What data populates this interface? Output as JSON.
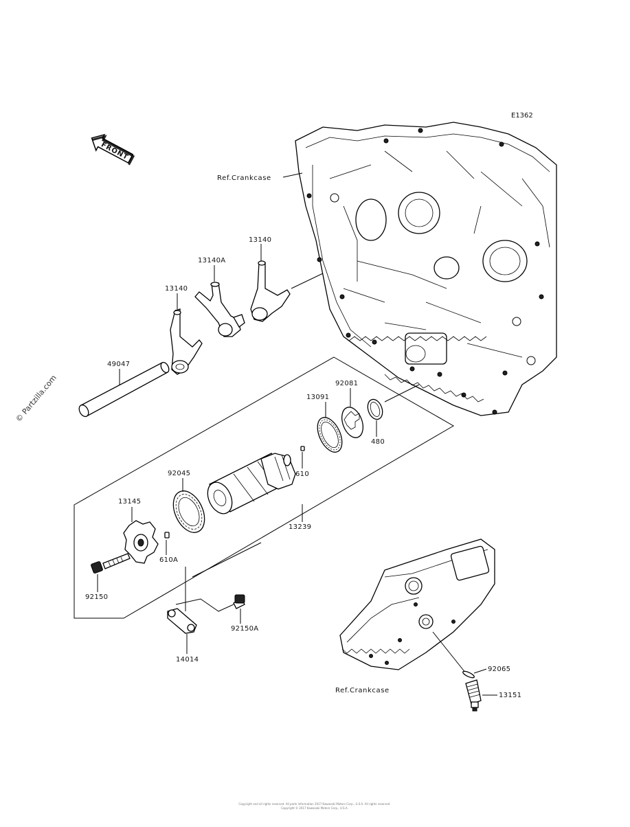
{
  "diagram": {
    "diagram_code": "E1362",
    "front_label": "FRONT",
    "watermark": "© Partzilla.com",
    "ref_crankcase_top": "Ref.Crankcase",
    "ref_crankcase_bottom": "Ref.Crankcase",
    "footer_line1": "Copyright and all rights reserved. All parts information 2017 Kawasaki Motors Corp., U.S.A. All rights reserved.",
    "footer_line2": "Copyright © 2017 Kawasaki Motors Corp., U.S.A.",
    "parts": {
      "p13140_left": "13140",
      "p13140A": "13140A",
      "p13140_right": "13140",
      "p49047": "49047",
      "p92081": "92081",
      "p13091": "13091",
      "p480": "480",
      "p610": "610",
      "p92045": "92045",
      "p13145": "13145",
      "p13239": "13239",
      "p610A": "610A",
      "p92150": "92150",
      "p92150A": "92150A",
      "p14014": "14014",
      "p92065": "92065",
      "p13151": "13151"
    }
  }
}
